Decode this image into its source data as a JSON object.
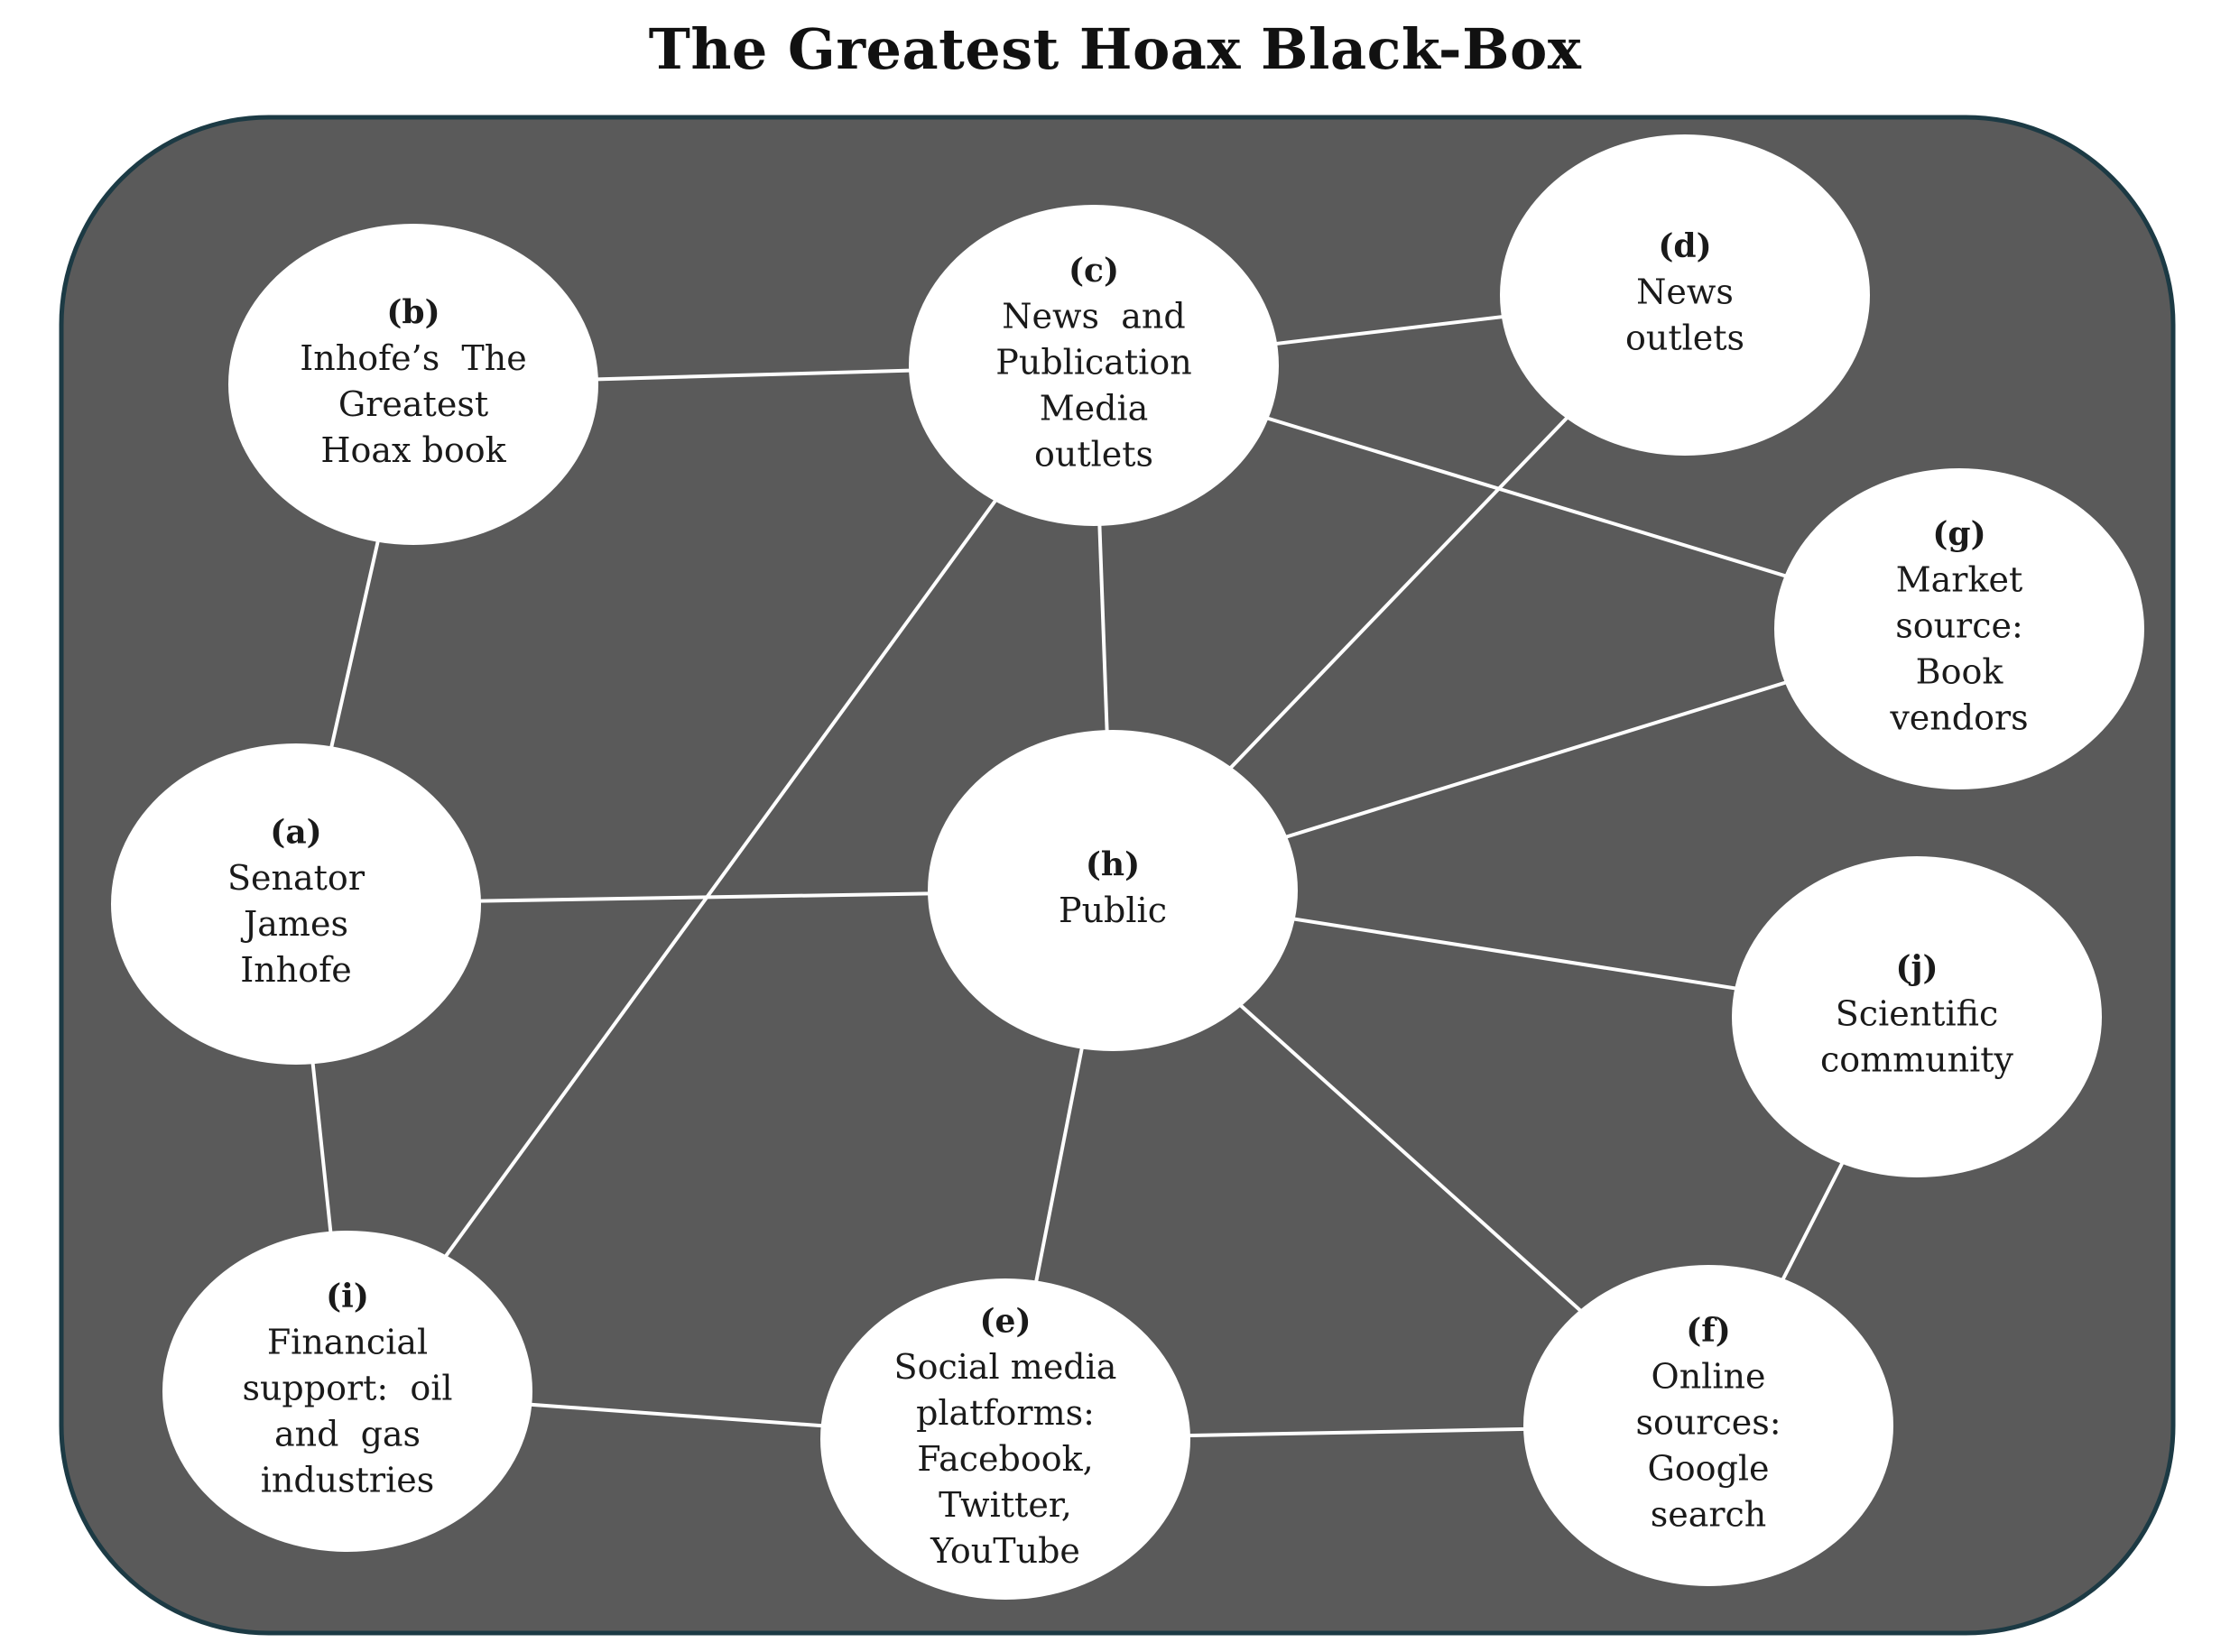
{
  "title": "The Greatest Hoax Black-Box",
  "colors": {
    "box_fill": "#5a5a5a",
    "box_border": "#1c3a44",
    "node_fill": "#ffffff",
    "edge": "#ffffff",
    "text": "#1a1a1a"
  },
  "nodes": [
    {
      "id": "b",
      "letter": "(b)",
      "lines": [
        "Inhofe’s  The",
        "Greatest",
        "Hoax book"
      ]
    },
    {
      "id": "c",
      "letter": "(c)",
      "lines": [
        "News  and",
        "Publication",
        "Media",
        "outlets"
      ]
    },
    {
      "id": "d",
      "letter": "(d)",
      "lines": [
        "News",
        "outlets"
      ]
    },
    {
      "id": "g",
      "letter": "(g)",
      "lines": [
        "Market",
        "source:",
        "Book",
        "vendors"
      ]
    },
    {
      "id": "a",
      "letter": "(a)",
      "lines": [
        "Senator",
        "James",
        "Inhofe"
      ]
    },
    {
      "id": "h",
      "letter": "(h)",
      "lines": [
        "Public"
      ]
    },
    {
      "id": "j",
      "letter": "(j)",
      "lines": [
        "Scientific",
        "community"
      ]
    },
    {
      "id": "i",
      "letter": "(i)",
      "lines": [
        "Financial",
        "support:  oil",
        "and  gas",
        "industries"
      ]
    },
    {
      "id": "e",
      "letter": "(e)",
      "lines": [
        "Social media",
        "platforms:",
        "Facebook,",
        "Twitter,",
        "YouTube"
      ]
    },
    {
      "id": "f",
      "letter": "(f)",
      "lines": [
        "Online",
        "sources:",
        "Google",
        "search"
      ]
    }
  ],
  "edges": [
    [
      "b",
      "c"
    ],
    [
      "b",
      "a"
    ],
    [
      "c",
      "d"
    ],
    [
      "c",
      "g"
    ],
    [
      "c",
      "h"
    ],
    [
      "c",
      "i"
    ],
    [
      "d",
      "h"
    ],
    [
      "g",
      "h"
    ],
    [
      "a",
      "h"
    ],
    [
      "a",
      "i"
    ],
    [
      "h",
      "j"
    ],
    [
      "h",
      "e"
    ],
    [
      "h",
      "f"
    ],
    [
      "i",
      "e"
    ],
    [
      "e",
      "f"
    ],
    [
      "f",
      "j"
    ]
  ]
}
